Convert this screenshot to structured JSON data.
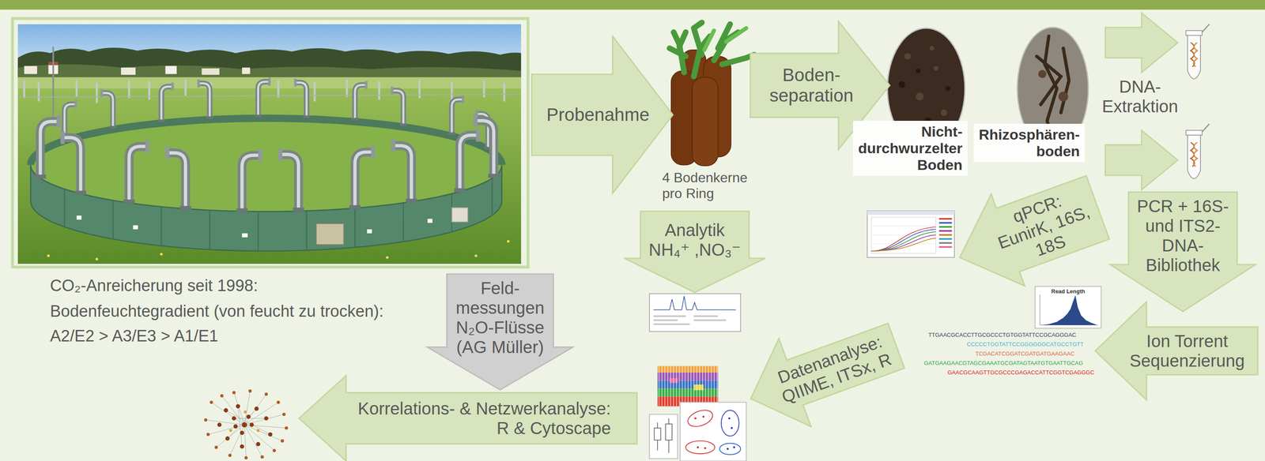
{
  "diagram": {
    "nodes": [
      {
        "text": [
          "Probenahme"
        ]
      },
      {
        "text": [
          "Boden- separation"
        ]
      },
      {
        "text": [
          "Nicht- durchwurzelter Boden"
        ]
      },
      {
        "text": [
          "Rhizosphären- boden"
        ]
      },
      {
        "text": [
          "Analytik NH₄⁺ ,NO₃⁻"
        ]
      },
      {
        "text": [
          "qPCR: EunirK, 16S, 18S"
        ]
      },
      {
        "text": [
          "PCR + 16S- und ITS2-DNA- Bibliothek"
        ]
      },
      {
        "text": [
          "Feld- messungen N₂O-Flüsse (AG Müller)"
        ]
      },
      {
        "text": [
          "Ion Torrent Sequenzierung"
        ]
      },
      {
        "text": [
          "Datenanalyse: QIIME, ITSx, R"
        ]
      },
      {
        "text": [
          "Korrelations- & Netzwerkanalyse: R & Cytoscape"
        ]
      }
    ],
    "labels": [
      "CO₂-Anreicherung seit 1998:",
      "Bodenfeuchtegradient (von feucht zu trocken):",
      "A2/E2 > A3/E3 > A1/E1",
      "4 Bodenkerne pro Ring",
      "DNA- Extraktion",
      "Read Length",
      "TTGAACGCACCTTGCGCCCTGTGGTATTCCGCAGGGAC",
      "CCCCCTGGTATTCCGGGGGGCATGCCTGTT",
      "TCGACATCGGATCGATGATGAAGAAC",
      "GATGAAGAACGTAGCGAAATGCGATAGTAATGTGAATTGCAG",
      "GAACGCAAGTTGCGCCCGAGACCATTCGGTCGAGGGC"
    ]
  }
}
